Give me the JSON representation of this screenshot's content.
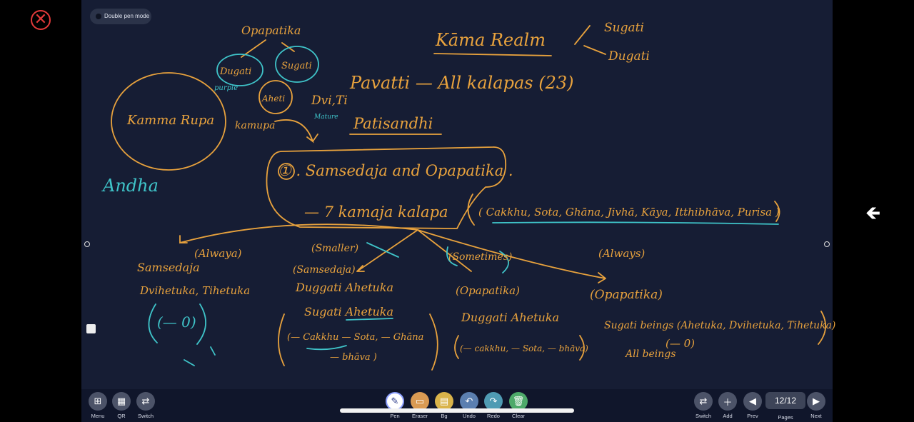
{
  "close": {
    "glyph": "✕"
  },
  "mode": {
    "label": "Double pen mode"
  },
  "notes": {
    "title": "Kāma Realm",
    "sugati_top": "Sugati",
    "dugati_top": "Dugati",
    "opapatika_top": "Opapatika",
    "dugati_circle": "Dugati",
    "sugati_circle": "Sugati",
    "pavatti": "Pavatti — All kalapas (23)",
    "patisandhi": "Patisandhi",
    "kamma_rupa": "Kamma Rupa",
    "andha": "Andha",
    "ahetu": "Aheti",
    "dvi_ti": "Dvi,Ti",
    "purple": "purple",
    "mature": "Mature",
    "kamupa": "kamupa",
    "item1": "① . Samsedaja and Opapatika .",
    "kalapa": "— 7 kamaja kalapa",
    "kalapa_list": "( Cakkhu, Sota, Ghāna, Jivhā, Kāya, Itthibhāva, Purisa )",
    "col1_a": "(Alwaya)",
    "col1_b": "Samsedaja",
    "col1_c": "Dvihetuka, Tihetuka",
    "col1_d": "(— 0)",
    "col2_a": "(Smaller)",
    "col2_b": "(Samsedaja)",
    "col2_c": "Duggati Ahetuka",
    "col2_d": "Sugati Ahetuka",
    "col2_e": "(— Cakkhu — Sota, — Ghāna",
    "col2_f": "— bhāva )",
    "col3_a": "(Sometimes)",
    "col3_b": "(Opapatika)",
    "col3_c": "Duggati Ahetuka",
    "col3_d": "(— cakkhu, — Sota, — bhāva)",
    "col4_a": "(Always)",
    "col4_b": "(Opapatika)",
    "col4_c": "Sugati beings (Ahetuka, Dvihetuka, Tihetuka)",
    "col4_d": "(— 0)",
    "col4_e": "All beings",
    "colors": {
      "orange": "#e8a23d",
      "teal": "#3fc4c9",
      "board": "#161d34"
    }
  },
  "toolbar": {
    "menu": "Menu",
    "qr": "QR",
    "switch_left": "Switch",
    "pen": "Pen",
    "eraser": "Eraser",
    "bg": "Bg",
    "undo": "Undo",
    "redo": "Redo",
    "clear": "Clear",
    "switch_right": "Switch",
    "add": "Add",
    "prev": "Prev",
    "pages_label": "Pages",
    "next": "Next",
    "page_indicator": "12/12"
  },
  "icons": {
    "menu": "grid-icon",
    "qr": "qr-icon",
    "switch": "swap-icon",
    "pen": "pen-icon",
    "eraser": "eraser-icon",
    "bg": "background-icon",
    "undo": "undo-icon",
    "redo": "redo-icon",
    "clear": "trash-icon",
    "add": "plus-icon",
    "prev": "chevron-left-icon",
    "next": "chevron-right-icon",
    "side": "arrow-left-icon"
  }
}
